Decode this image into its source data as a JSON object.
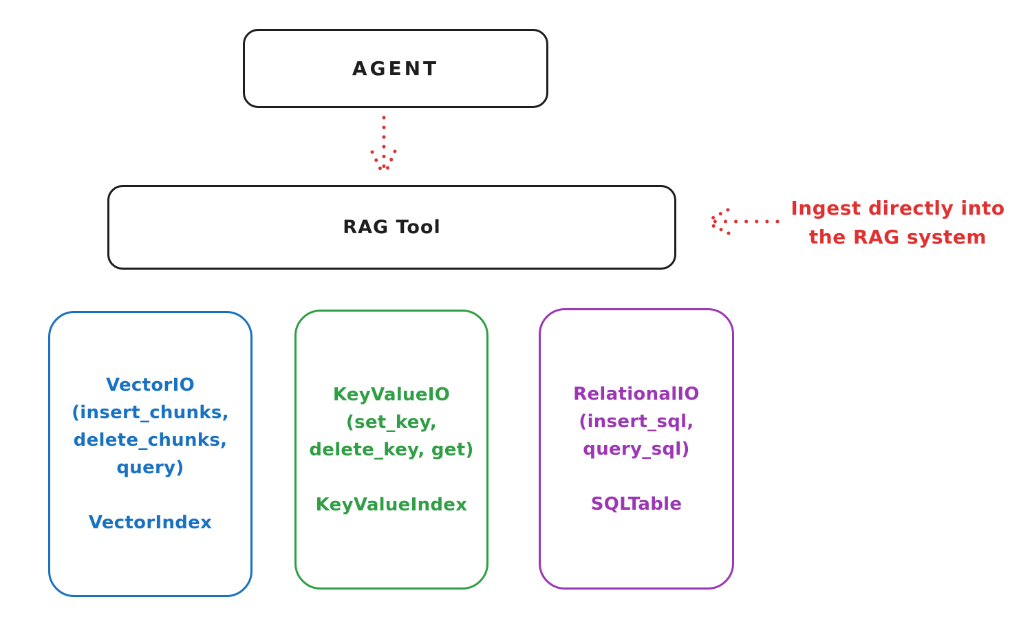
{
  "diagram": {
    "title_hint": "RAG Tool architecture sketch",
    "colors": {
      "ink": "#1e1e1e",
      "accent_red": "#e03131",
      "vector_blue": "#1971c2",
      "keyvalue_green": "#2f9e44",
      "relational_purple": "#9c36b5",
      "background": "#ffffff"
    },
    "agent_box": {
      "label": "AGENT"
    },
    "rag_tool_box": {
      "label": "RAG Tool"
    },
    "agent_to_rag_arrow": {
      "icon": "dotted-arrow-down-icon",
      "color": "#e03131",
      "style": "dotted"
    },
    "annotation": {
      "lines": [
        "Ingest directly into",
        "the RAG system"
      ],
      "color": "#e03131",
      "arrow_icon": "dotted-arrow-left-icon",
      "arrow_style": "dotted"
    },
    "storage_boxes": [
      {
        "id": "vector-io",
        "color": "#1971c2",
        "lines": [
          "VectorIO",
          "(insert_chunks,",
          "delete_chunks,",
          "query)",
          "",
          "VectorIndex"
        ]
      },
      {
        "id": "keyvalue-io",
        "color": "#2f9e44",
        "lines": [
          "KeyValueIO",
          "(set_key,",
          "delete_key, get)",
          "",
          "KeyValueIndex"
        ]
      },
      {
        "id": "relational-io",
        "color": "#9c36b5",
        "lines": [
          "RelationalIO",
          "(insert_sql,",
          "query_sql)",
          "",
          "SQLTable"
        ]
      }
    ]
  }
}
